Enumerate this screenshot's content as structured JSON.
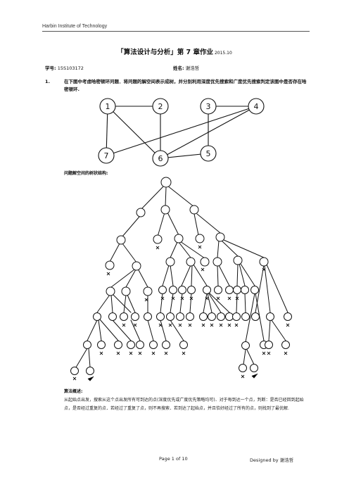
{
  "header": {
    "institution": "Harbin Institute of Technology"
  },
  "title": {
    "main": "「算法设计与分析」第 7 章作业",
    "date": "2015.10"
  },
  "info": {
    "student_id_label": "学号:",
    "student_id": "15S103172",
    "name_label": "姓名:",
    "name": "谢浩哲"
  },
  "question": {
    "number": "1.",
    "text": "在下图中考虑哈密顿环问题．将问题的解空间表示成树，并分别利用深度优先搜索和广度优先搜索判定该图中是否存在哈密顿环."
  },
  "graph": {
    "nodes": [
      "1",
      "2",
      "3",
      "4",
      "5",
      "6",
      "7"
    ]
  },
  "tree": {
    "caption": "问题解空间的树状结构:"
  },
  "summary": {
    "title": "算法概述:",
    "text": "从起始点出发，搜索从这个点出发所有可到达的点(深度优先或广度优先策略均可)．对于每到达一个点，判断：是否已经回到起始点，是否经过重复的点．若经过了重复了点，则不再搜索．若到达了起始点，并且恰好经过了所有的点，则找到了最优解."
  },
  "footer": {
    "page": "Page 1 of 10",
    "designed_label": "Designed by",
    "designer": "谢浩哲"
  }
}
